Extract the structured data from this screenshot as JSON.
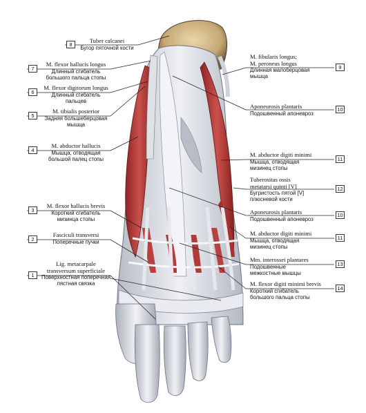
{
  "labels_left": [
    {
      "num": "8",
      "la": "Tuber calcanei",
      "ru": "Бугор пяточной кости"
    },
    {
      "num": "7",
      "la": "M. flexor hallucis longus",
      "ru": [
        "Длинный сгибатель",
        "большого пальца стопы"
      ]
    },
    {
      "num": "6",
      "la": "M. flexor digitorum longus",
      "ru": [
        "Длинный сгибатель",
        "пальцев"
      ]
    },
    {
      "num": "5",
      "la": "M. tibialis posterior",
      "ru": [
        "Задняя большеберцовая",
        "мышца"
      ]
    },
    {
      "num": "4",
      "la": "M. abductor hallucis",
      "ru": [
        "Мышца, отводящая",
        "большой палец стопы"
      ]
    },
    {
      "num": "3",
      "la": "M. flexor hallucis brevis",
      "ru": [
        "Короткий сгибатель",
        "мизинца стопы"
      ]
    },
    {
      "num": "2",
      "la": "Fasciculi transversi",
      "ru": [
        "Поперечные пучки"
      ]
    },
    {
      "num": "1",
      "la": [
        "Lig. metacarpale",
        "transversum superficiale"
      ],
      "ru": [
        "Поверхностная поперечная",
        "пястная связка"
      ]
    }
  ],
  "labels_right": [
    {
      "num": "9",
      "la": [
        "M. fibularis longus;",
        "M. peroneus longus"
      ],
      "ru": [
        "Длинная малоберцовая",
        "мышца"
      ]
    },
    {
      "num": "10",
      "la": "Aponeurosis plantaris",
      "ru": [
        "Подошвенный апоневроз"
      ]
    },
    {
      "num": "11",
      "la": "M. abductor digiti minimi",
      "ru": [
        "Мышца, отводящая",
        "мизинец стопы"
      ]
    },
    {
      "num": "12",
      "la": [
        "Tuberositas ossis",
        "metatarsi quinti [V]"
      ],
      "ru": [
        "Бугристость пятой [V]",
        "плюсневой кости"
      ]
    },
    {
      "num": "10",
      "la": "Aponeurosis plantaris",
      "ru": [
        "Подошвенный апоневроз"
      ]
    },
    {
      "num": "11",
      "la": "M. abductor digiti minimi",
      "ru": [
        "Мышца, отводящая",
        "мизинец стопы"
      ]
    },
    {
      "num": "13",
      "la": "Mm. interossei plantares",
      "ru": [
        "Подошвенные",
        "межкостные мышцы"
      ]
    },
    {
      "num": "14",
      "la": "M. flexor digiti minimi brevis",
      "ru": [
        "Короткий сгибатель",
        "большого пальца стопы"
      ]
    }
  ]
}
